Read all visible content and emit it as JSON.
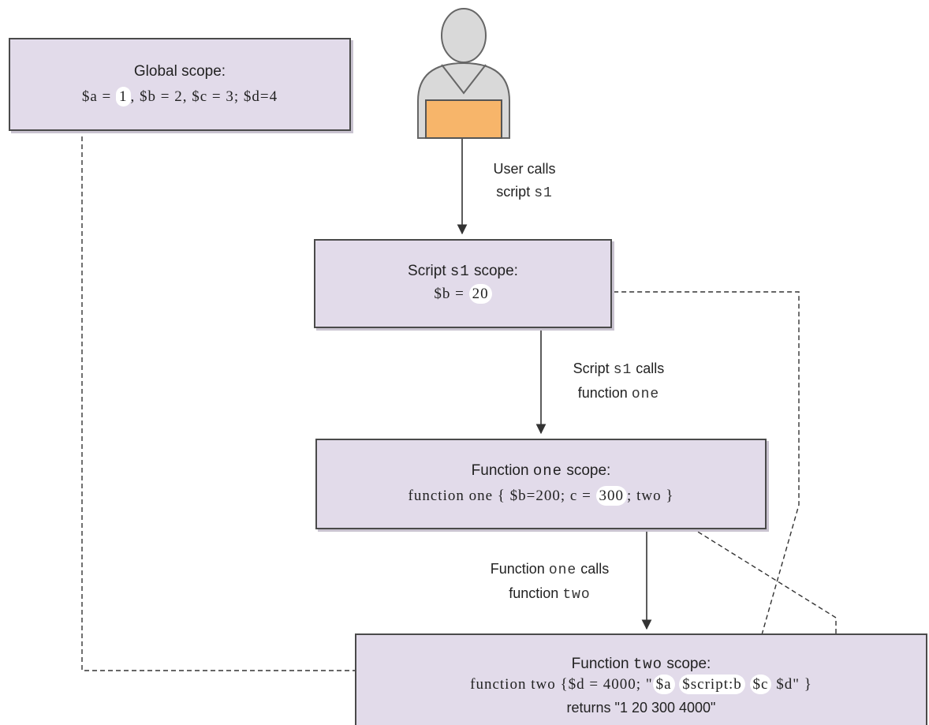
{
  "global_box": {
    "title": "Global scope:",
    "code": {
      "a": "$a = ",
      "a_val": "1",
      "rest": ", $b = 2, $c = 3; $d=4"
    }
  },
  "user_label": {
    "line1": "User calls",
    "line2_text": "script ",
    "line2_code": "s1"
  },
  "script_box": {
    "title_pre": "Script ",
    "title_code": "s1",
    "title_post": " scope:",
    "code_pre": "$b = ",
    "code_val": "20"
  },
  "script_call_label": {
    "line1_pre": "Script ",
    "line1_code": "s1",
    "line1_post": " calls",
    "line2_pre": "function ",
    "line2_code": "one"
  },
  "one_box": {
    "title_pre": "Function ",
    "title_code": "one",
    "title_post": " scope:",
    "code_pre": "function one { $b=200; c = ",
    "code_val": "300",
    "code_post": "; two }"
  },
  "one_call_label": {
    "line1_pre": "Function ",
    "line1_code": "one",
    "line1_post": " calls",
    "line2_pre": "function ",
    "line2_code": "two"
  },
  "two_box": {
    "title_pre": "Function ",
    "title_code": "two",
    "title_post": " scope:",
    "code_pre": "function two {$d = 4000; \"",
    "code_a": "$a",
    "code_b": "$script:b",
    "code_c": "$c",
    "code_post": " $d\" }",
    "returns": "returns \"1 20 300 4000\""
  },
  "colors": {
    "box_fill": "#e2dbea",
    "laptop": "#f7b56a",
    "person": "#d9d9d9"
  }
}
